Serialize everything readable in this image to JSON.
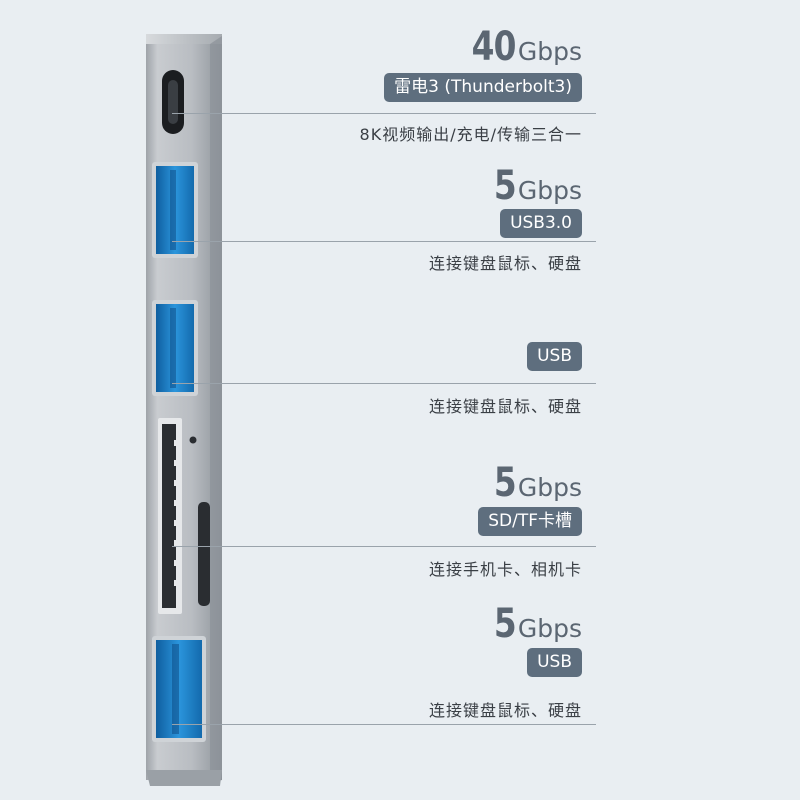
{
  "ports": [
    {
      "speed_num": "40",
      "speed_unit": "Gbps",
      "badge": "雷电3 (Thunderbolt3)",
      "desc": "8K视频输出/充电/传输三合一"
    },
    {
      "speed_num": "5",
      "speed_unit": "Gbps",
      "badge": "USB3.0",
      "desc": "连接键盘鼠标、硬盘"
    },
    {
      "badge": "USB",
      "desc": "连接键盘鼠标、硬盘"
    },
    {
      "speed_num": "5",
      "speed_unit": "Gbps",
      "badge": "SD/TF卡槽",
      "desc": "连接手机卡、相机卡"
    },
    {
      "speed_num": "5",
      "speed_unit": "Gbps",
      "badge": "USB",
      "desc": "连接键盘鼠标、硬盘"
    }
  ],
  "colors": {
    "background": "#e9eef2",
    "badge": "#5e6e7e",
    "usb_blue": "#1f7fc6",
    "aluminum": "#b8bcc2"
  }
}
